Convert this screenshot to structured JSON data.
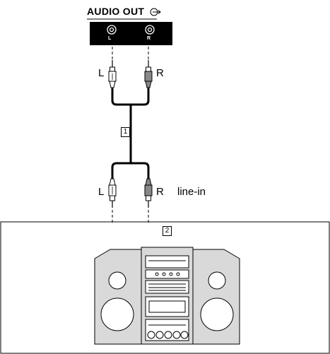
{
  "output_panel": {
    "title": "AUDIO OUT",
    "jack_left": "L",
    "jack_right": "R"
  },
  "cable": {
    "top_plug_left": "L",
    "top_plug_right": "R",
    "item_number": "1",
    "bottom_plug_left": "L",
    "bottom_plug_right": "R"
  },
  "device": {
    "input_label": "line-in",
    "item_number": "2"
  }
}
